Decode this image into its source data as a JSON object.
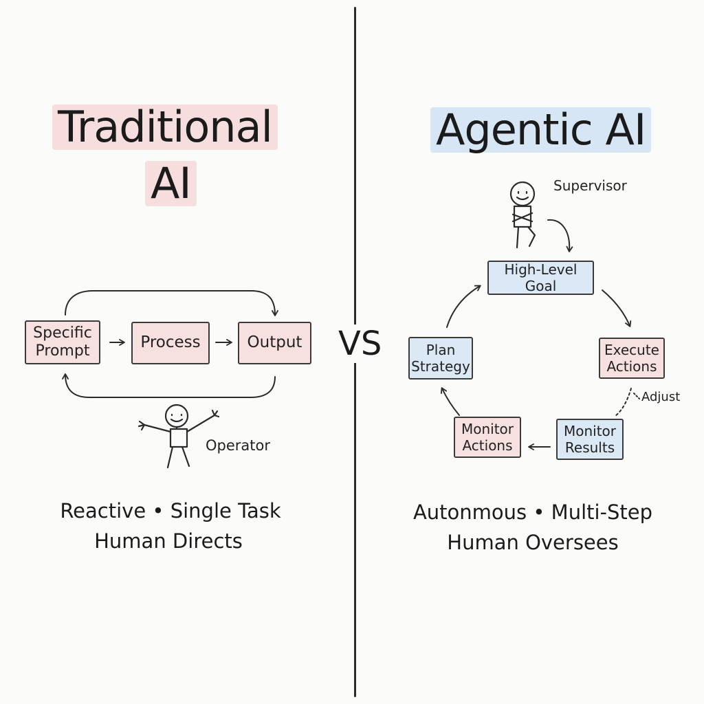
{
  "traditional": {
    "title_line1": "Traditional",
    "title_line2": "AI",
    "boxes": {
      "prompt": "Specific\nPrompt",
      "process": "Process",
      "output": "Output"
    },
    "operator_label": "Operator",
    "caption_line1": "Reactive • Single Task",
    "caption_line2": "Human Directs",
    "accent_color": "#f6dede"
  },
  "vs_label": "VS",
  "agentic": {
    "title": "Agentic AI",
    "supervisor_label": "Supervisor",
    "boxes": {
      "goal": "High-Level Goal",
      "execute": "Execute\nActions",
      "results": "Monitor\nResults",
      "monitor_actions": "Monitor\nActions",
      "plan": "Plan\nStrategy"
    },
    "adjust_label": "Adjust",
    "caption_line1": "Autonmous • Multi-Step",
    "caption_line2": "Human Oversees",
    "accent_color": "#d7e6f5"
  }
}
